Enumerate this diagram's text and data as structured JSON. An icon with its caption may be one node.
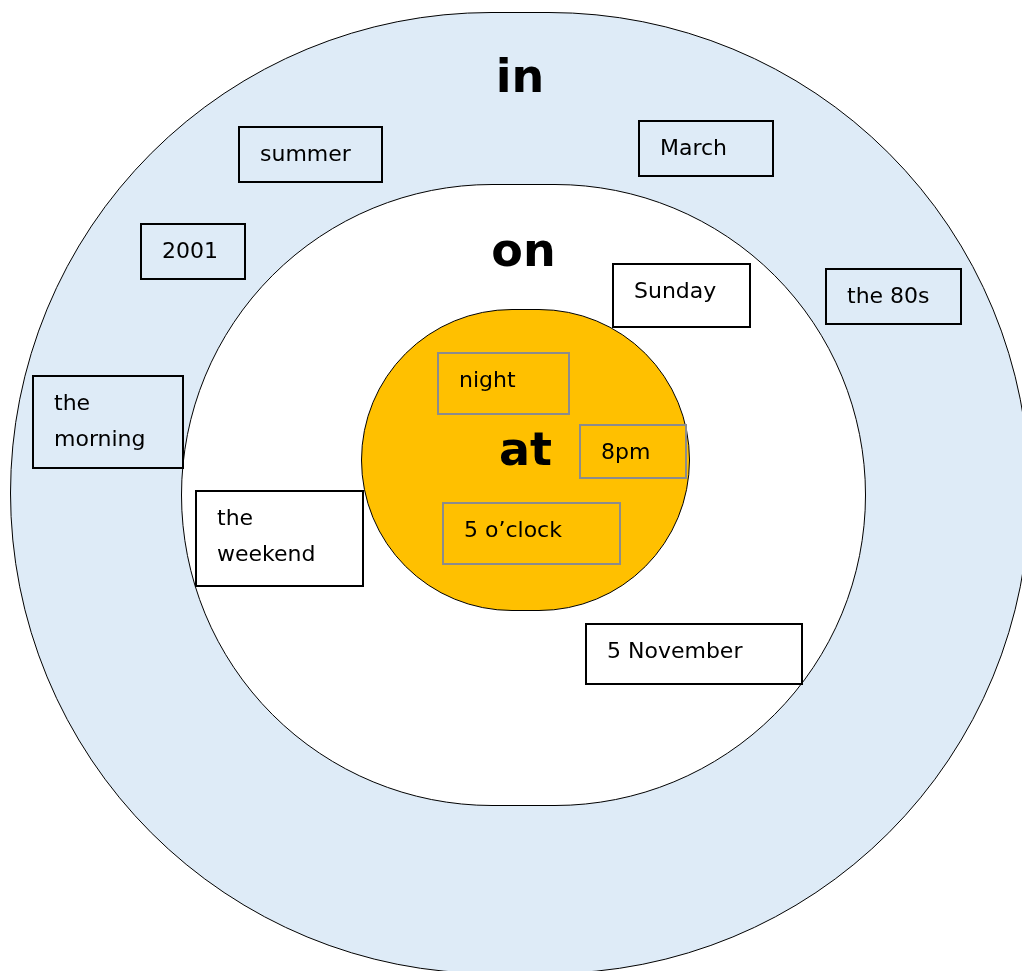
{
  "diagram": {
    "nodes": [
      {
        "text": [
          "in"
        ]
      },
      {
        "text": [
          "summer"
        ],
        "in": 0
      },
      {
        "text": [
          "March"
        ],
        "in": 0
      },
      {
        "text": [
          "2001"
        ],
        "in": 0
      },
      {
        "text": [
          "the 80s"
        ],
        "in": 0
      },
      {
        "text": [
          "the morning"
        ],
        "in": 0
      },
      {
        "text": [
          "on"
        ],
        "in": 0
      },
      {
        "text": [
          "Sunday"
        ],
        "in": 6
      },
      {
        "text": [
          "the weekend"
        ],
        "in": 6
      },
      {
        "text": [
          "at"
        ],
        "in": 6
      },
      {
        "text": [
          "night"
        ],
        "in": 9
      },
      {
        "text": [
          "8pm"
        ],
        "in": 9
      },
      {
        "text": [
          "5 o’clock"
        ],
        "in": 9
      },
      {
        "text": [
          "5 November"
        ],
        "in": 6
      }
    ]
  }
}
